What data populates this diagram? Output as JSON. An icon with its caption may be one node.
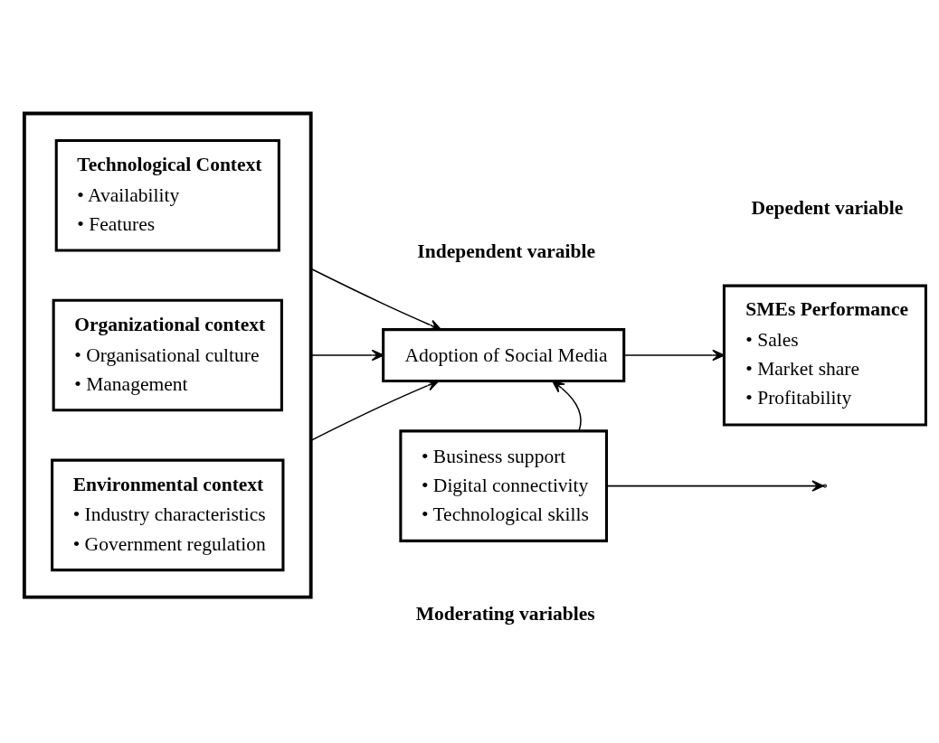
{
  "diagram": {
    "nodes": [
      {
        "text": [],
        "shape": "box"
      },
      {
        "text": [
          "Technological Context",
          "• Availability",
          "• Features"
        ],
        "in": 0
      },
      {
        "text": [
          "Organizational context",
          "• Organisational culture",
          "• Management"
        ],
        "in": 0
      },
      {
        "text": [
          "Environmental context",
          "• Industry characteristics",
          "• Government regulation"
        ],
        "in": 0
      },
      {
        "text": [
          "Adoption of Social Media"
        ]
      },
      {
        "text": [
          "SMEs Performance",
          "• Sales",
          "• Market share",
          "• Profitability"
        ]
      },
      {
        "text": [
          "• Business support",
          "• Digital connectivity",
          "• Technological skills"
        ]
      }
    ],
    "edges": [
      {
        "from": 0,
        "to": 4,
        "arrow": "to"
      },
      {
        "from": 0,
        "to": 4,
        "arrow": "to"
      },
      {
        "from": 0,
        "to": 4,
        "arrow": "to"
      },
      {
        "from": 4,
        "to": 5,
        "arrow": "to"
      },
      {
        "from": 6,
        "to": 4,
        "arrow": "to"
      },
      {
        "from": 6,
        "to": null,
        "arrow": "to"
      }
    ],
    "labels": [
      "Independent varaible",
      "Depedent variable",
      "Moderating variables"
    ]
  }
}
